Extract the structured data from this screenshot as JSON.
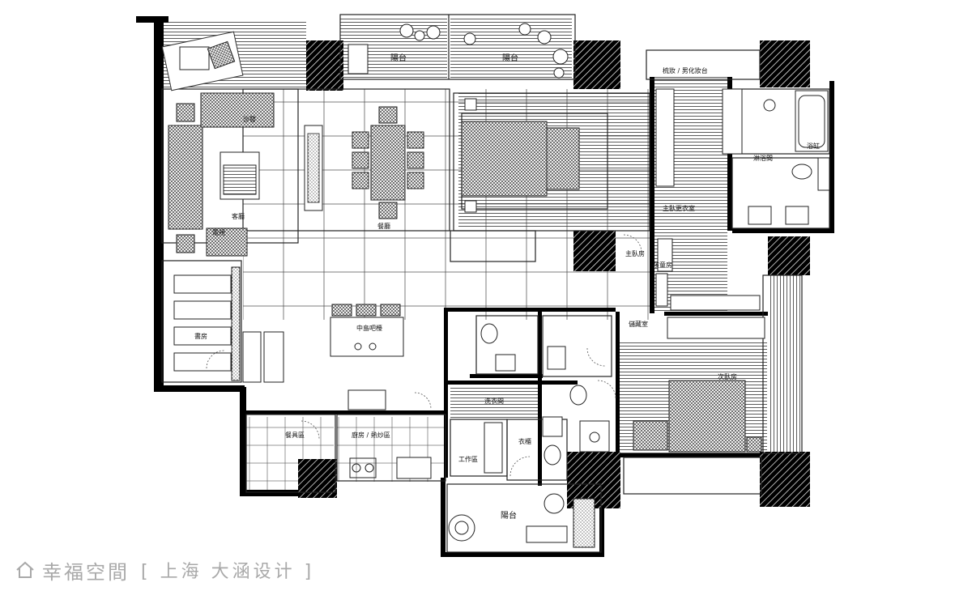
{
  "plan": {
    "rooms": {
      "balcony_left": "陽台",
      "balcony_right": "陽台",
      "balcony_bottom": "陽台",
      "living": "客廳",
      "dining": "餐廳",
      "island": "中島吧檯",
      "study": "書房",
      "kitchen_left": "餐具區",
      "kitchen_right": "廚房 / 熱炒區",
      "work": "工作區",
      "laundry": "洗衣間",
      "master_closet": "主臥更衣室",
      "master_room": "主臥房",
      "vanity": "梳妝 / 男化妝台",
      "shower": "淋浴間",
      "guest_room": "次臥房",
      "kids": "孩童房",
      "storage": "儲藏室",
      "tub": "浴缸",
      "sofa_tag": "沙發",
      "tv_tag": "電視",
      "dress": "衣櫃"
    }
  },
  "watermark": {
    "brand": "幸福空間",
    "credit": "[ 上海  大涵设计 ]"
  }
}
